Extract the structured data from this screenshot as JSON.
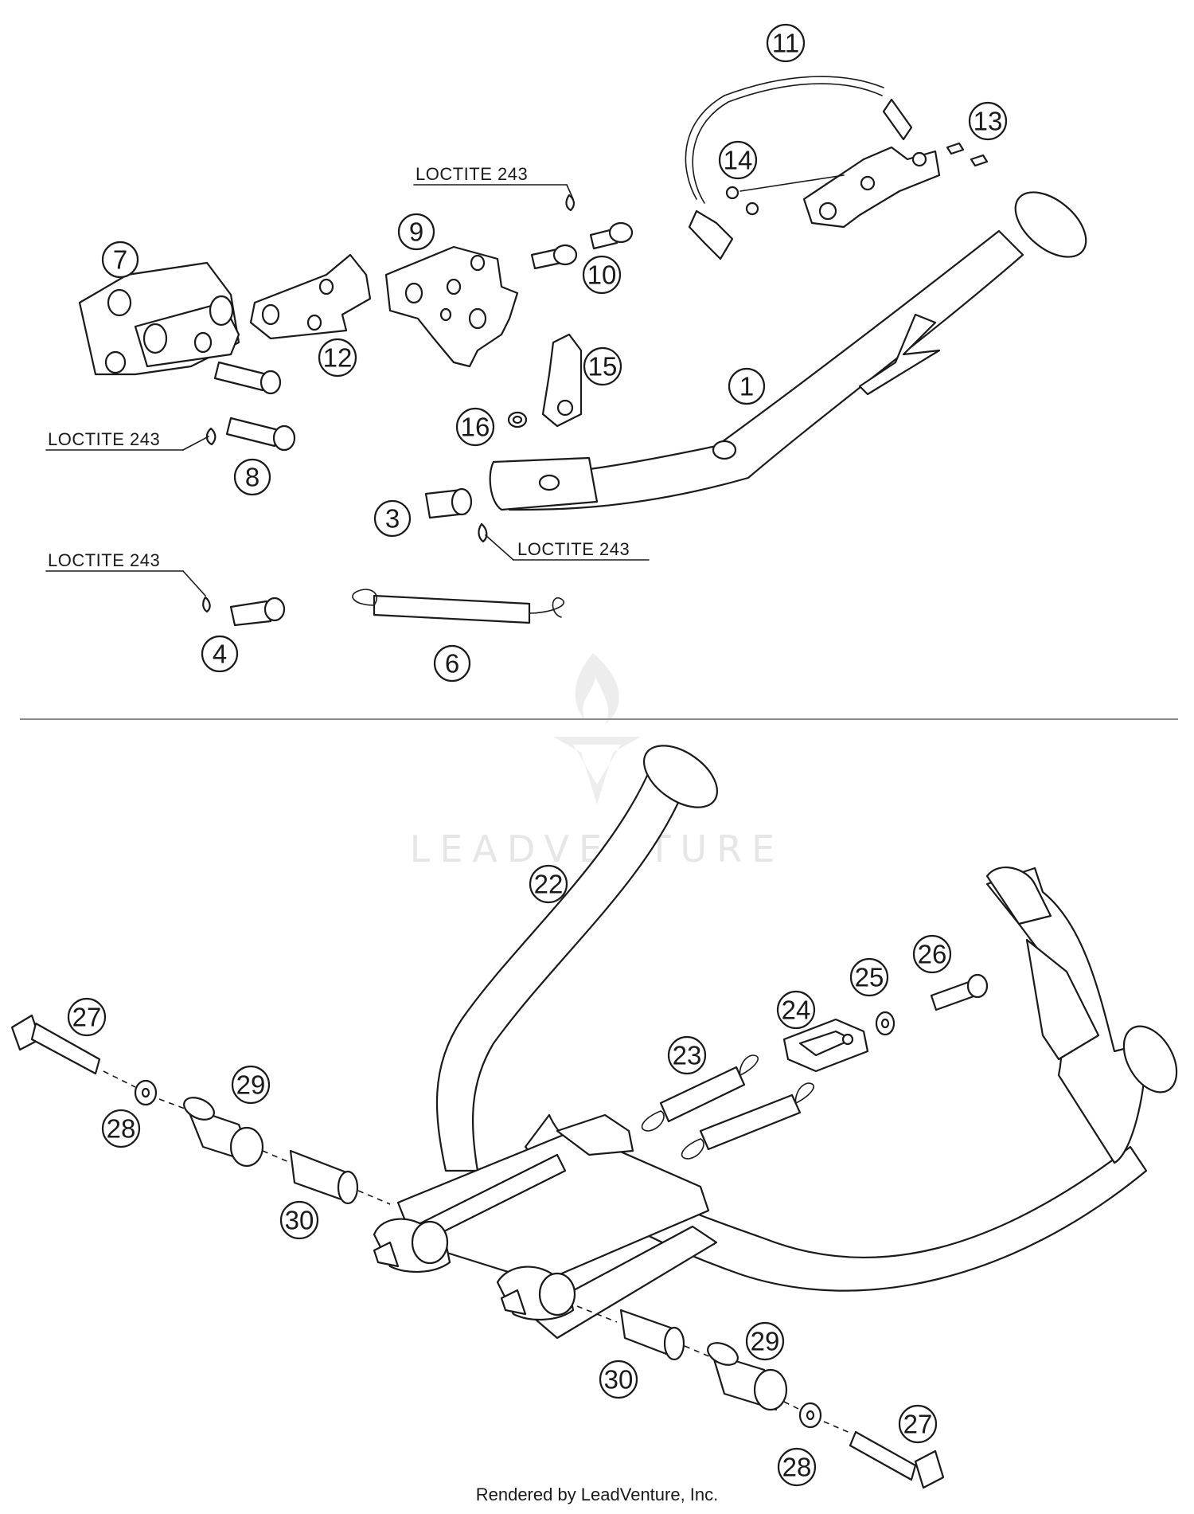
{
  "diagram": {
    "upper_section": {
      "callouts": [
        "1",
        "3",
        "4",
        "6",
        "7",
        "8",
        "9",
        "10",
        "11",
        "12",
        "13",
        "14",
        "15",
        "16"
      ],
      "notes": [
        "LOCTITE 243",
        "LOCTITE 243",
        "LOCTITE 243",
        "LOCTITE 243"
      ]
    },
    "lower_section": {
      "callouts": [
        "22",
        "23",
        "24",
        "25",
        "26",
        "27",
        "28",
        "29",
        "30",
        "30",
        "29",
        "28",
        "27"
      ]
    }
  },
  "watermark": {
    "text": "LEADVENTURE"
  },
  "footer": {
    "text": "Rendered by LeadVenture, Inc."
  }
}
